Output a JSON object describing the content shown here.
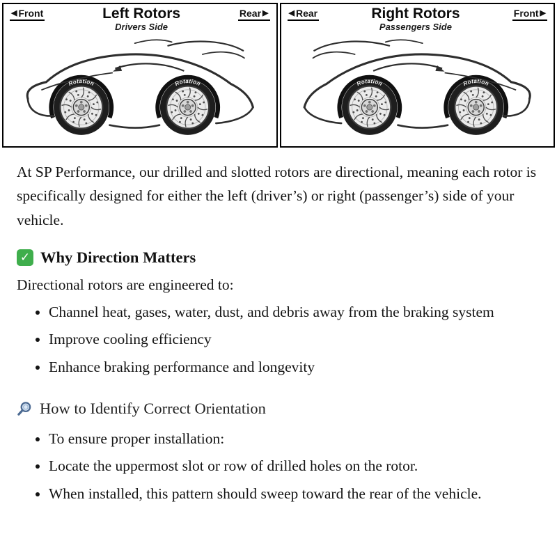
{
  "panels": [
    {
      "dir_left": "Front",
      "dir_right": "Rear",
      "title": "Left Rotors",
      "subtitle": "Drivers Side",
      "rotation": "Rotation"
    },
    {
      "dir_left": "Rear",
      "dir_right": "Front",
      "title": "Right Rotors",
      "subtitle": "Passengers Side",
      "rotation": "Rotation"
    }
  ],
  "icons": {
    "arrow_left": "◀",
    "arrow_right": "▶",
    "check": "✓",
    "check_icon_name": "check-mark-icon",
    "magnifier_icon_name": "magnifier-icon"
  },
  "colors": {
    "check_green": "#3fae4c",
    "magnifier_blue": "#4c6a92",
    "ink": "#141414"
  },
  "article": {
    "intro": "At SP Performance, our drilled and slotted rotors are directional, meaning each rotor is specifically designed for either the left (driver’s) or right (passenger’s) side of your vehicle.",
    "section1": {
      "heading": "Why Direction Matters",
      "lead": "Directional rotors are engineered to:",
      "bullets": [
        "Channel heat, gases, water, dust, and debris away from the braking system",
        "Improve cooling efficiency",
        "Enhance braking performance and longevity"
      ]
    },
    "section2": {
      "heading": "How to Identify Correct Orientation",
      "bullets": [
        "To ensure proper installation:",
        "Locate the uppermost slot or row of drilled holes on the rotor.",
        "When installed, this pattern should sweep toward the rear of the vehicle."
      ]
    }
  }
}
